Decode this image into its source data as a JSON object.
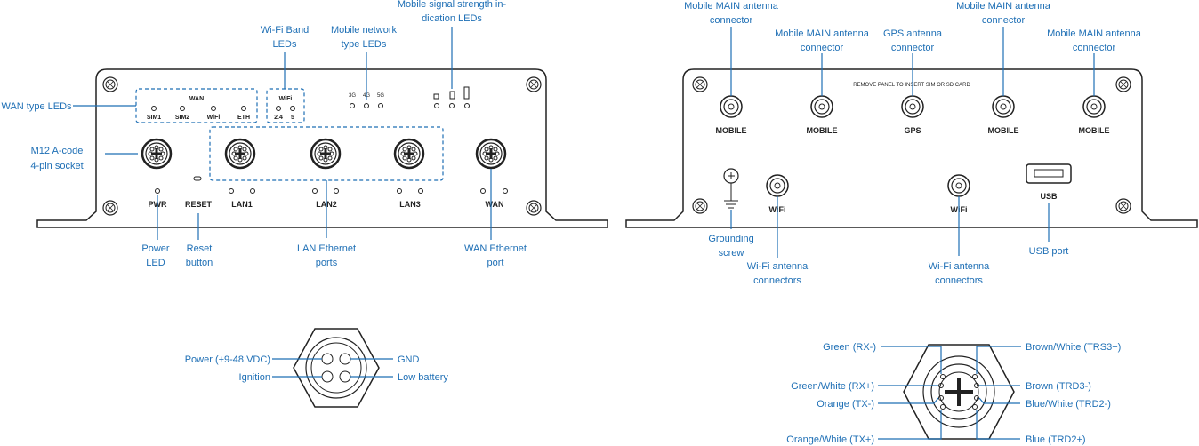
{
  "front_panel": {
    "callouts": {
      "wan_type_leds": "WAN type LEDs",
      "m12_socket_1": "M12 A-code",
      "m12_socket_2": "4-pin socket",
      "wifi_band_1": "Wi-Fi Band",
      "wifi_band_2": "LEDs",
      "mobile_type_1": "Mobile network",
      "mobile_type_2": "type LEDs",
      "signal_1": "Mobile signal strength in-",
      "signal_2": "dication LEDs",
      "power_led_1": "Power",
      "power_led_2": "LED",
      "reset_1": "Reset",
      "reset_2": "button",
      "lan_ports_1": "LAN Ethernet",
      "lan_ports_2": "ports",
      "wan_port_1": "WAN Ethernet",
      "wan_port_2": "port"
    },
    "markings": {
      "wan_group": "WAN",
      "sim1": "SIM1",
      "sim2": "SIM2",
      "wifi": "WiFi",
      "eth": "ETH",
      "wifi_group": "WiFi",
      "band_24": "2.4",
      "band_5": "5",
      "net_3g": "3G",
      "net_4g": "4G",
      "net_5g": "5G",
      "pwr": "PWR",
      "reset": "RESET",
      "lan1": "LAN1",
      "lan2": "LAN2",
      "lan3": "LAN3",
      "wan": "WAN"
    }
  },
  "back_panel": {
    "callouts": {
      "ant1_1": "Mobile MAIN antenna",
      "ant1_2": "connector",
      "ant2_1": "Mobile MAIN antenna",
      "ant2_2": "connector",
      "gps_1": "GPS antenna",
      "gps_2": "connector",
      "ant4_1": "Mobile MAIN antenna",
      "ant4_2": "connector",
      "ant5_1": "Mobile MAIN antenna",
      "ant5_2": "connector",
      "ground_1": "Grounding",
      "ground_2": "screw",
      "wifi_a_1": "Wi-Fi antenna",
      "wifi_a_2": "connectors",
      "wifi_b_1": "Wi-Fi antenna",
      "wifi_b_2": "connectors",
      "usb": "USB port"
    },
    "markings": {
      "panel_note": "REMOVE PANEL TO INSERT SIM OR SD CARD",
      "mobile1": "MOBILE",
      "mobile2": "MOBILE",
      "gps": "GPS",
      "mobile4": "MOBILE",
      "mobile5": "MOBILE",
      "wifi1": "WiFi",
      "wifi2": "WiFi",
      "usb": "USB"
    }
  },
  "power_pinout": {
    "power": "Power (+9-48 VDC)",
    "gnd": "GND",
    "ignition": "Ignition",
    "low_battery": "Low battery"
  },
  "ethernet_pinout": {
    "green_rx_minus": "Green (RX-)",
    "brown_white_trs3": "Brown/White (TRS3+)",
    "green_white_rx_plus": "Green/White (RX+)",
    "brown_trd3": "Brown (TRD3-)",
    "orange_tx_minus": "Orange (TX-)",
    "blue_white_trd2": "Blue/White (TRD2-)",
    "orange_white_tx_plus": "Orange/White (TX+)",
    "blue_trd2_plus": "Blue (TRD2+)"
  },
  "colors": {
    "callout": "#1e6fb5",
    "outline": "#222222"
  }
}
